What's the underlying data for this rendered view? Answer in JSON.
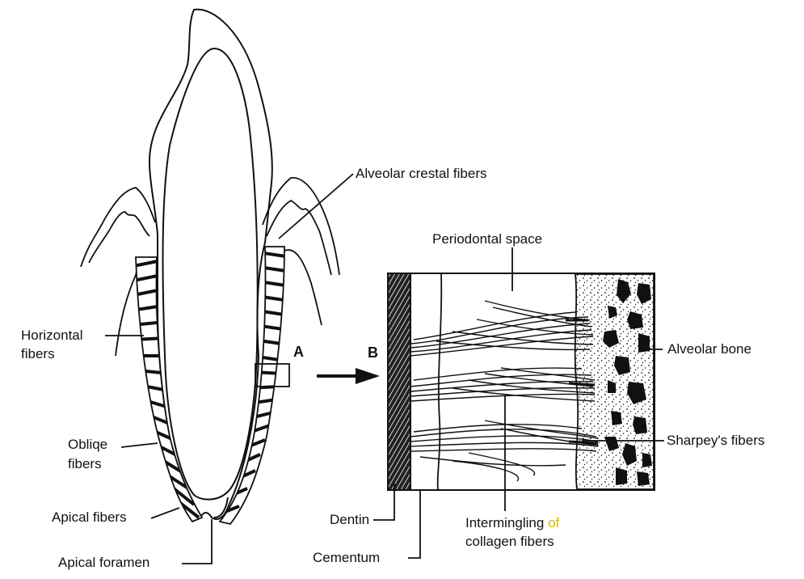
{
  "diagram": {
    "labels": {
      "alveolar_crestal_fibers": "Alveolar crestal fibers",
      "periodontal_space": "Periodontal space",
      "horizontal_fibers_line1": "Horizontal",
      "horizontal_fibers_line2": "fibers",
      "oblique_fibers_line1": "Obliqe",
      "oblique_fibers_line2": "fibers",
      "apical_fibers": "Apical fibers",
      "apical_foramen": "Apical foramen",
      "marker_a": "A",
      "marker_b": "B",
      "alveolar_bone": "Alveolar bone",
      "sharpeys_fibers": "Sharpey's fibers",
      "dentin": "Dentin",
      "cementum": "Cementum",
      "intermingling_line1": "Intermingling",
      "intermingling_of": "of",
      "intermingling_line2": "collagen fibers"
    },
    "colors": {
      "ink": "#111111",
      "highlight": "#d6b800",
      "background": "#ffffff"
    }
  }
}
